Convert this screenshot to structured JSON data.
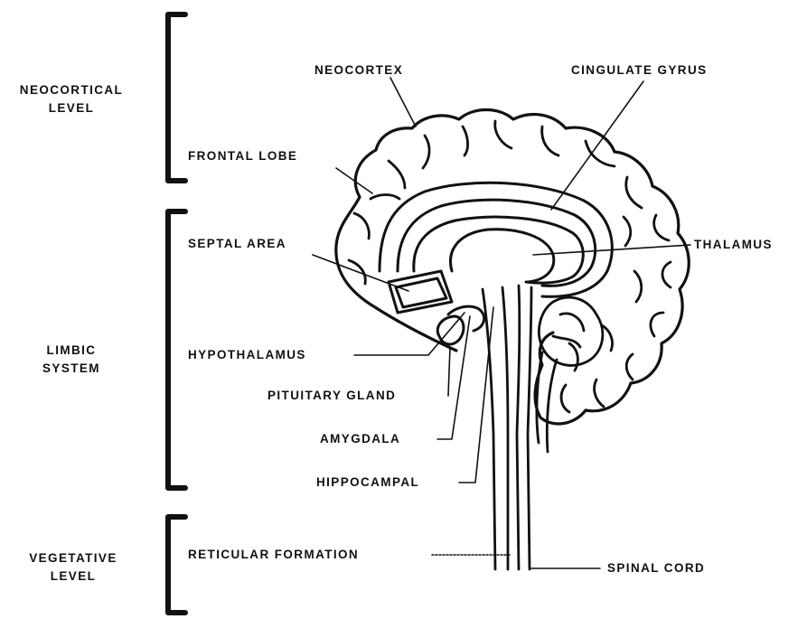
{
  "levels": {
    "neocortical": {
      "line1": "NEOCORTICAL",
      "line2": "LEVEL"
    },
    "limbic": {
      "line1": "LIMBIC",
      "line2": "SYSTEM"
    },
    "vegetative": {
      "line1": "VEGETATIVE",
      "line2": "LEVEL"
    }
  },
  "labels": {
    "neocortex": "NEOCORTEX",
    "cingulate_gyrus": "CINGULATE GYRUS",
    "frontal_lobe": "FRONTAL LOBE",
    "septal_area": "SEPTAL AREA",
    "thalamus": "THALAMUS",
    "hypothalamus": "HYPOTHALAMUS",
    "pituitary_gland": "PITUITARY GLAND",
    "amygdala": "AMYGDALA",
    "hippocampal": "HIPPOCAMPAL",
    "reticular_formation": "RETICULAR FORMATION",
    "spinal_cord": "SPINAL CORD"
  },
  "colors": {
    "ink": "#111111",
    "background": "#ffffff"
  }
}
